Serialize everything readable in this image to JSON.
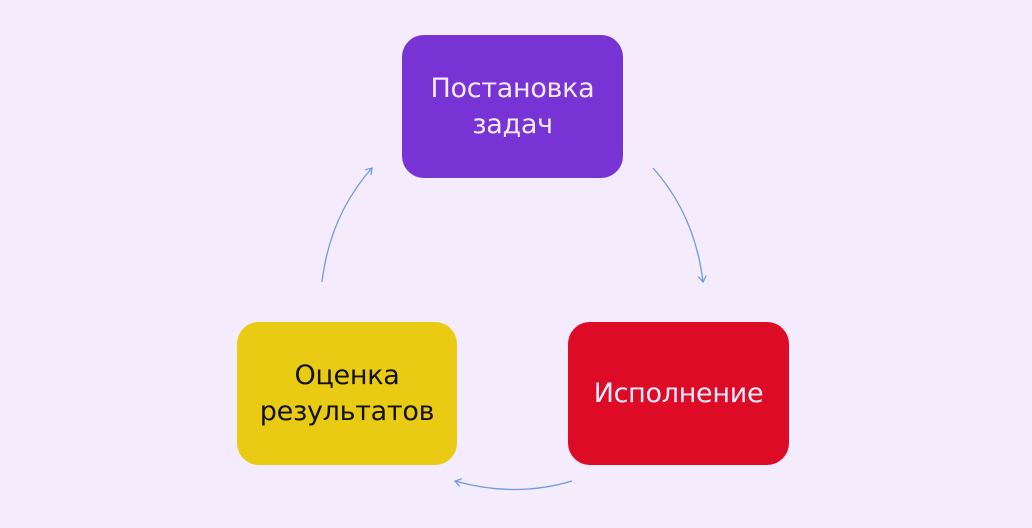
{
  "diagram": {
    "type": "cycle",
    "background": "#F4EBFD",
    "arrow_color": "#6C9BE0",
    "nodes": [
      {
        "id": "top",
        "label": "Постановка\nзадач",
        "fill": "#7733D4",
        "text_color": "#F4EBFD"
      },
      {
        "id": "right",
        "label": "Исполнение",
        "fill": "#DE0B26",
        "text_color": "#F4EBFD"
      },
      {
        "id": "left",
        "label": "Оценка\nрезультатов",
        "fill": "#E8CB12",
        "text_color": "#111111"
      }
    ],
    "edges": [
      {
        "from": "top",
        "to": "right"
      },
      {
        "from": "right",
        "to": "left"
      },
      {
        "from": "left",
        "to": "top"
      }
    ]
  }
}
